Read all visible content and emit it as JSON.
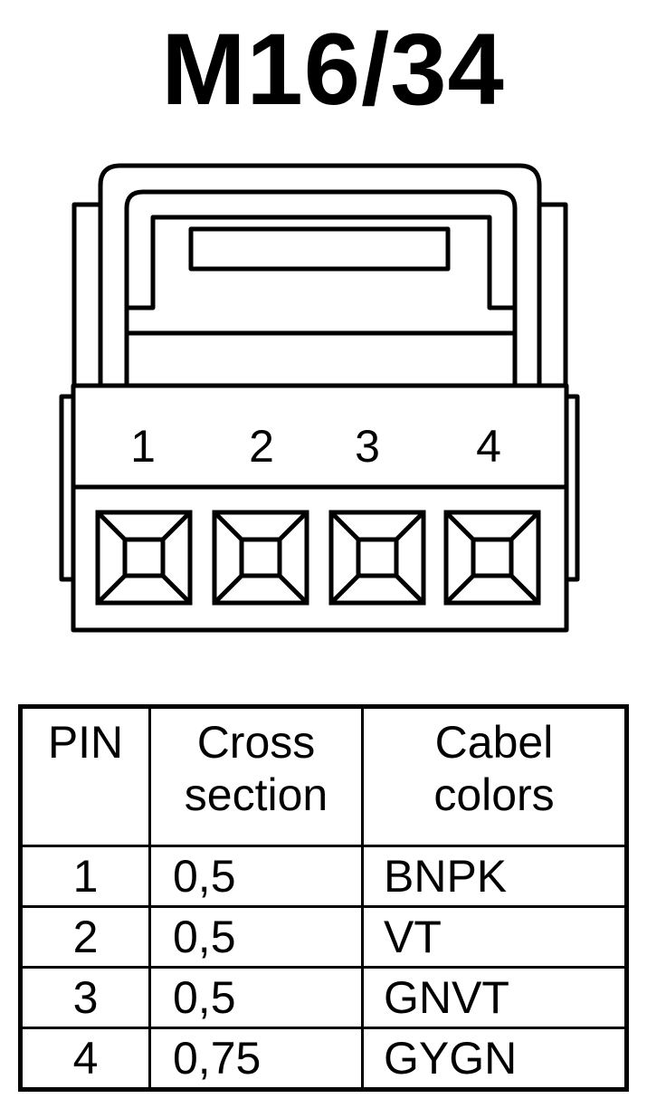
{
  "title": "M16/34",
  "connector": {
    "pin_labels": [
      "1",
      "2",
      "3",
      "4"
    ]
  },
  "table": {
    "headers": {
      "pin": [
        "PIN"
      ],
      "cross_section": [
        "Cross",
        "section"
      ],
      "colors": [
        "Cabel",
        "colors"
      ]
    },
    "rows": [
      {
        "pin": "1",
        "cross_section": "0,5",
        "colors": "BNPK"
      },
      {
        "pin": "2",
        "cross_section": "0,5",
        "colors": "VT"
      },
      {
        "pin": "3",
        "cross_section": "0,5",
        "colors": "GNVT"
      },
      {
        "pin": "4",
        "cross_section": "0,75",
        "colors": "GYGN"
      }
    ]
  }
}
